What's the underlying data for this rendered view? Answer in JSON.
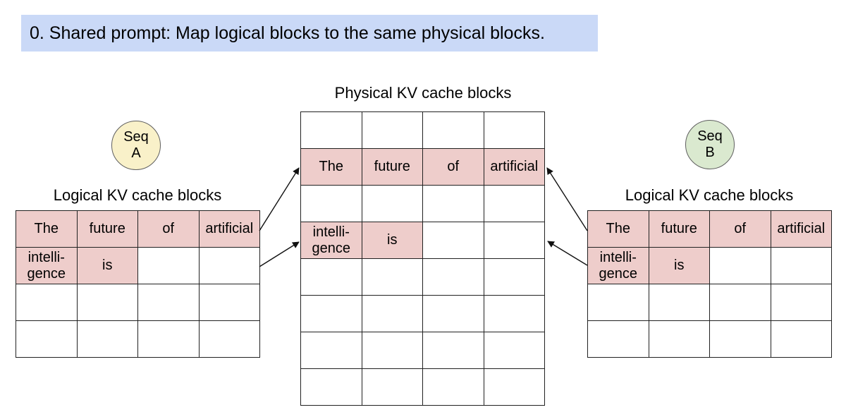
{
  "banner": {
    "text": "0. Shared prompt: Map logical blocks to the same physical blocks."
  },
  "colors": {
    "banner_bg": "#cad9f7",
    "highlight": "#eecdcb",
    "seq_a": "#f9f1c9",
    "seq_b": "#dae9cf"
  },
  "physical": {
    "label": "Physical KV cache blocks",
    "rows": [
      [
        {
          "text": "",
          "hl": false
        },
        {
          "text": "",
          "hl": false
        },
        {
          "text": "",
          "hl": false
        },
        {
          "text": "",
          "hl": false
        }
      ],
      [
        {
          "text": "The",
          "hl": true
        },
        {
          "text": "future",
          "hl": true
        },
        {
          "text": "of",
          "hl": true
        },
        {
          "text": "artificial",
          "hl": true
        }
      ],
      [
        {
          "text": "",
          "hl": false
        },
        {
          "text": "",
          "hl": false
        },
        {
          "text": "",
          "hl": false
        },
        {
          "text": "",
          "hl": false
        }
      ],
      [
        {
          "text": "intelli-\ngence",
          "hl": true
        },
        {
          "text": "is",
          "hl": true
        },
        {
          "text": "",
          "hl": false
        },
        {
          "text": "",
          "hl": false
        }
      ],
      [
        {
          "text": "",
          "hl": false
        },
        {
          "text": "",
          "hl": false
        },
        {
          "text": "",
          "hl": false
        },
        {
          "text": "",
          "hl": false
        }
      ],
      [
        {
          "text": "",
          "hl": false
        },
        {
          "text": "",
          "hl": false
        },
        {
          "text": "",
          "hl": false
        },
        {
          "text": "",
          "hl": false
        }
      ],
      [
        {
          "text": "",
          "hl": false
        },
        {
          "text": "",
          "hl": false
        },
        {
          "text": "",
          "hl": false
        },
        {
          "text": "",
          "hl": false
        }
      ],
      [
        {
          "text": "",
          "hl": false
        },
        {
          "text": "",
          "hl": false
        },
        {
          "text": "",
          "hl": false
        },
        {
          "text": "",
          "hl": false
        }
      ]
    ]
  },
  "sequences": {
    "a": {
      "badge": "Seq\nA",
      "table_label": "Logical KV cache blocks",
      "rows": [
        [
          {
            "text": "The",
            "hl": true
          },
          {
            "text": "future",
            "hl": true
          },
          {
            "text": "of",
            "hl": true
          },
          {
            "text": "artificial",
            "hl": true
          }
        ],
        [
          {
            "text": "intelli-\ngence",
            "hl": true
          },
          {
            "text": "is",
            "hl": true
          },
          {
            "text": "",
            "hl": false
          },
          {
            "text": "",
            "hl": false
          }
        ],
        [
          {
            "text": "",
            "hl": false
          },
          {
            "text": "",
            "hl": false
          },
          {
            "text": "",
            "hl": false
          },
          {
            "text": "",
            "hl": false
          }
        ],
        [
          {
            "text": "",
            "hl": false
          },
          {
            "text": "",
            "hl": false
          },
          {
            "text": "",
            "hl": false
          },
          {
            "text": "",
            "hl": false
          }
        ]
      ]
    },
    "b": {
      "badge": "Seq\nB",
      "table_label": "Logical KV cache blocks",
      "rows": [
        [
          {
            "text": "The",
            "hl": true
          },
          {
            "text": "future",
            "hl": true
          },
          {
            "text": "of",
            "hl": true
          },
          {
            "text": "artificial",
            "hl": true
          }
        ],
        [
          {
            "text": "intelli-\ngence",
            "hl": true
          },
          {
            "text": "is",
            "hl": true
          },
          {
            "text": "",
            "hl": false
          },
          {
            "text": "",
            "hl": false
          }
        ],
        [
          {
            "text": "",
            "hl": false
          },
          {
            "text": "",
            "hl": false
          },
          {
            "text": "",
            "hl": false
          },
          {
            "text": "",
            "hl": false
          }
        ],
        [
          {
            "text": "",
            "hl": false
          },
          {
            "text": "",
            "hl": false
          },
          {
            "text": "",
            "hl": false
          },
          {
            "text": "",
            "hl": false
          }
        ]
      ]
    }
  }
}
